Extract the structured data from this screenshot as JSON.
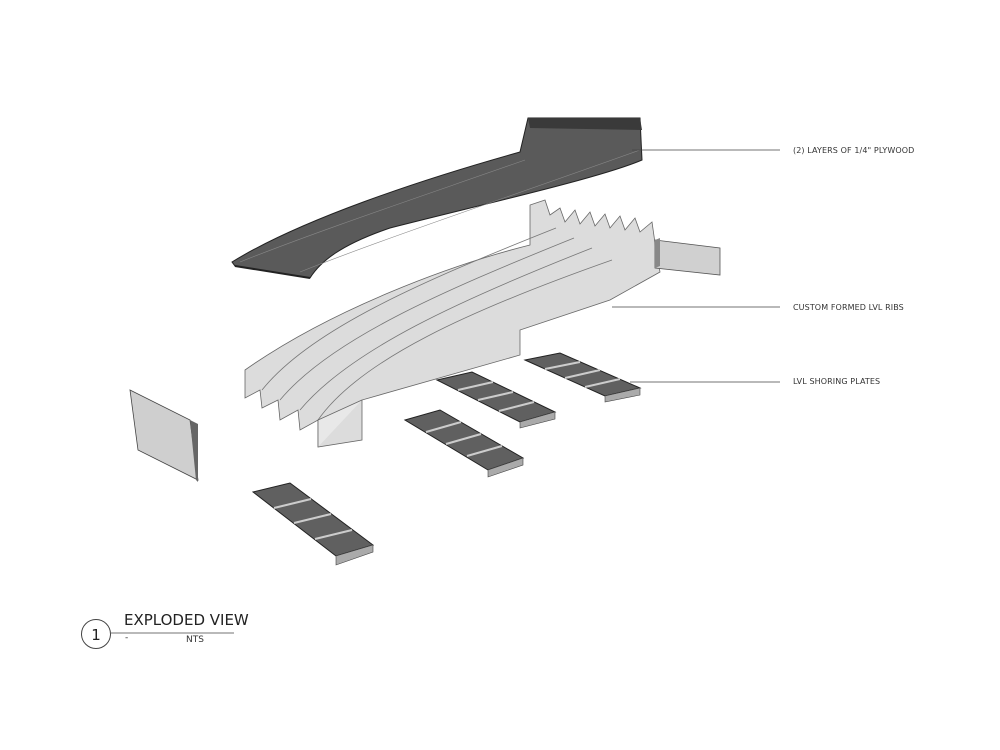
{
  "callouts": {
    "plywood": "(2) LAYERS OF 1/4\" PLYWOOD",
    "ribs": "CUSTOM FORMED LVL RIBS",
    "plates": "LVL SHORING PLATES"
  },
  "title_block": {
    "number": "1",
    "title": "EXPLODED VIEW",
    "dash": "-",
    "scale": "NTS"
  },
  "colors": {
    "plywood": "#5a5a5a",
    "ribs": "#d9d9d9",
    "plate_top": "#606060"
  }
}
